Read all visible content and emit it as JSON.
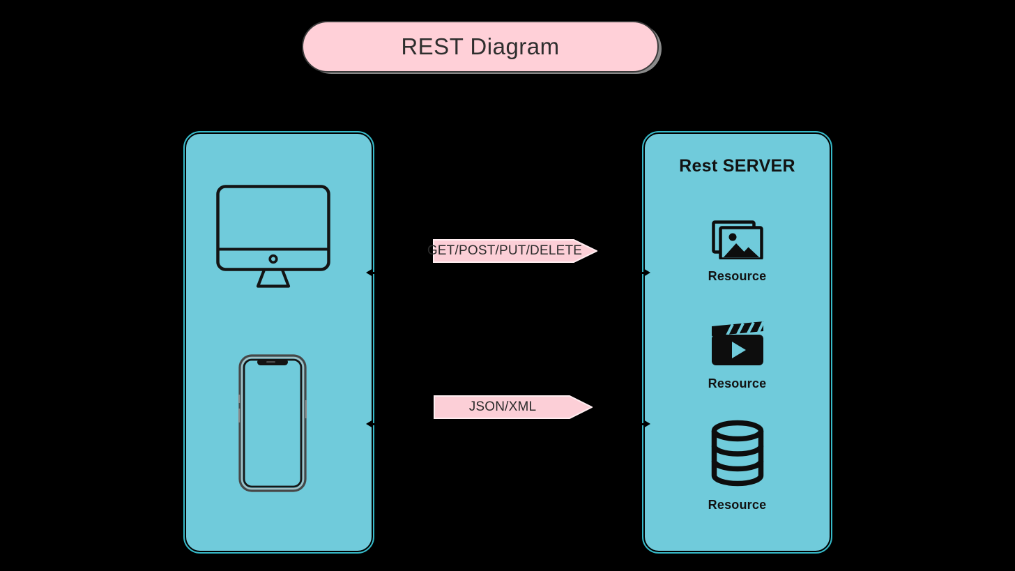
{
  "title_banner": {
    "label": "REST Diagram"
  },
  "client_panel": {
    "icons": [
      {
        "name": "desktop-computer-icon"
      },
      {
        "name": "smartphone-icon"
      }
    ]
  },
  "server_panel": {
    "title": "Rest SERVER",
    "resources": [
      {
        "icon": "image-gallery-icon",
        "label": "Resource"
      },
      {
        "icon": "video-clapperboard-icon",
        "label": "Resource"
      },
      {
        "icon": "database-icon",
        "label": "Resource"
      }
    ]
  },
  "messages": {
    "request": {
      "label": "GET/POST/PUT/DELETE",
      "direction": "client-to-server"
    },
    "response": {
      "label": "JSON/XML",
      "direction": "server-to-client"
    }
  },
  "colors": {
    "background": "#000000",
    "panel_cyan": "#70cbdb",
    "panel_edge_cyan": "#3fdbec",
    "banner_pink": "#fccfd7",
    "banner_edge_pink": "#ffeef1",
    "title_pink": "#ffd0d8",
    "title_border": "#3a3a3a",
    "title_shadow": "#8a8a8a",
    "icon_black": "#0d0d0d",
    "text_dark": "#2b2b2b"
  }
}
